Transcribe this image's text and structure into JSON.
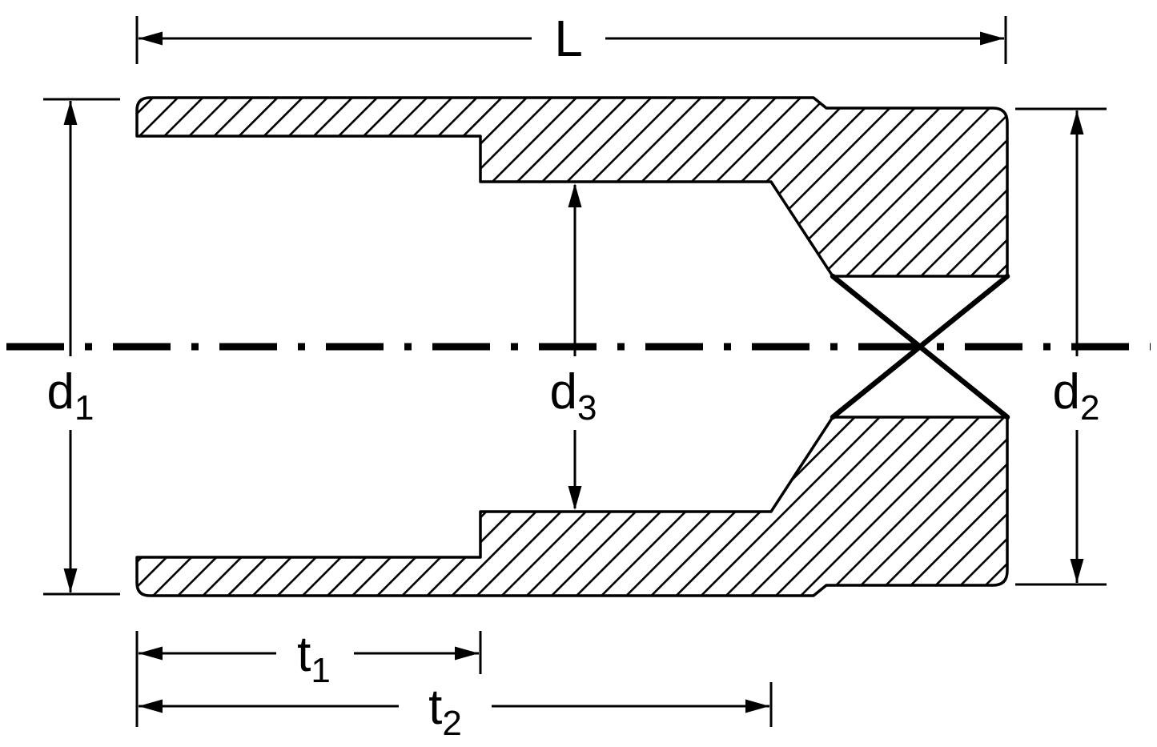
{
  "diagram": {
    "type": "technical-drawing",
    "subject": "Socket cross-section with dimension callouts",
    "background_color": "#ffffff",
    "line_color": "#000000"
  },
  "dimensions": {
    "L": {
      "label": "L",
      "sub": ""
    },
    "d1": {
      "label": "d",
      "sub": "1"
    },
    "d2": {
      "label": "d",
      "sub": "2"
    },
    "d3": {
      "label": "d",
      "sub": "3"
    },
    "t1": {
      "label": "t",
      "sub": "1"
    },
    "t2": {
      "label": "t",
      "sub": "2"
    }
  }
}
